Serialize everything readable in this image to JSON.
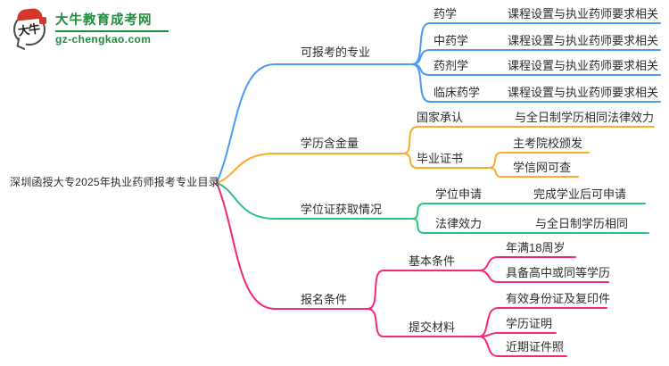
{
  "site": {
    "name": "大牛教育成考网",
    "domain": "gz-chengkao.com",
    "badge_text": "大牛"
  },
  "colors": {
    "blue": "#4A9BF0",
    "orange": "#FBAC28",
    "green": "#2BC47E",
    "pink": "#F5277D",
    "logo-green": "#1F8C3B",
    "logo-red": "#D3372B",
    "text": "#2B2B2B"
  },
  "root": {
    "label": "深圳函授大专2025年执业药师报考专业目录"
  },
  "branches": [
    {
      "label": "可报考的专业",
      "children": [
        {
          "label": "药学",
          "leaves": [
            "课程设置与执业药师要求相关"
          ]
        },
        {
          "label": "中药学",
          "leaves": [
            "课程设置与执业药师要求相关"
          ]
        },
        {
          "label": "药剂学",
          "leaves": [
            "课程设置与执业药师要求相关"
          ]
        },
        {
          "label": "临床药学",
          "leaves": [
            "课程设置与执业药师要求相关"
          ]
        }
      ]
    },
    {
      "label": "学历含金量",
      "children": [
        {
          "label": "国家承认",
          "leaves": [
            "与全日制学历相同法律效力"
          ]
        },
        {
          "label": "毕业证书",
          "leaves": [
            "主考院校颁发",
            "学信网可查"
          ]
        }
      ]
    },
    {
      "label": "学位证获取情况",
      "children": [
        {
          "label": "学位申请",
          "leaves": [
            "完成学业后可申请"
          ]
        },
        {
          "label": "法律效力",
          "leaves": [
            "与全日制学历相同"
          ]
        }
      ]
    },
    {
      "label": "报名条件",
      "children": [
        {
          "label": "基本条件",
          "leaves": [
            "年满18周岁",
            "具备高中或同等学历"
          ]
        },
        {
          "label": "提交材料",
          "leaves": [
            "有效身份证及复印件",
            "学历证明",
            "近期证件照"
          ]
        }
      ]
    }
  ]
}
